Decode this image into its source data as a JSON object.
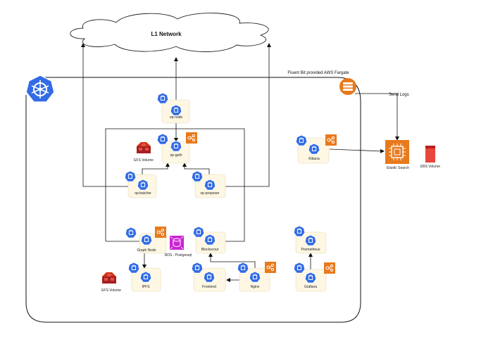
{
  "network": {
    "label": "L1 Network"
  },
  "fargate": {
    "label": "Fluent Bit provided AWS Fargate"
  },
  "send_logs": {
    "label": "Send Logs"
  },
  "nodes": {
    "op_node": {
      "label": "op-node"
    },
    "op_geth": {
      "label": "op-geth"
    },
    "efs_top": {
      "label": "EFS Volume"
    },
    "op_batcher": {
      "label": "op-batcher"
    },
    "op_proposer": {
      "label": "op-proposer"
    },
    "kibana": {
      "label": "Kibana"
    },
    "elastic": {
      "label": "Elastic Search"
    },
    "ebs": {
      "label": "EBS Volume"
    },
    "graph_node": {
      "label": "Graph Node"
    },
    "rds": {
      "label": "RDS - Postgresql"
    },
    "blockscout": {
      "label": "Blockscout"
    },
    "ipfs": {
      "label": "IPFS"
    },
    "efs_bottom": {
      "label": "EFS Volume"
    },
    "frontend": {
      "label": "Frontend"
    },
    "nginx": {
      "label": "Nginx"
    },
    "prometheus": {
      "label": "Prometheus"
    },
    "grafana": {
      "label": "Grafana"
    }
  },
  "colors": {
    "k8s_blue": "#326ce5",
    "aws_orange": "#e8791c",
    "pod_fill": "#fdf7e3",
    "rds_purple": "#c925d1",
    "efs_red": "#c7131f",
    "ebs_red": "#e7463c"
  },
  "icons": {
    "cluster": "kubernetes-helm-wheel-icon",
    "pod": "kubernetes-pod-icon",
    "hpa": "autoscaling-icon",
    "fargate": "fluent-bit-icon",
    "elastic": "elastic-search-chip-icon",
    "efs": "efs-volume-icon",
    "ebs": "ebs-volume-icon",
    "rds": "rds-database-icon"
  }
}
